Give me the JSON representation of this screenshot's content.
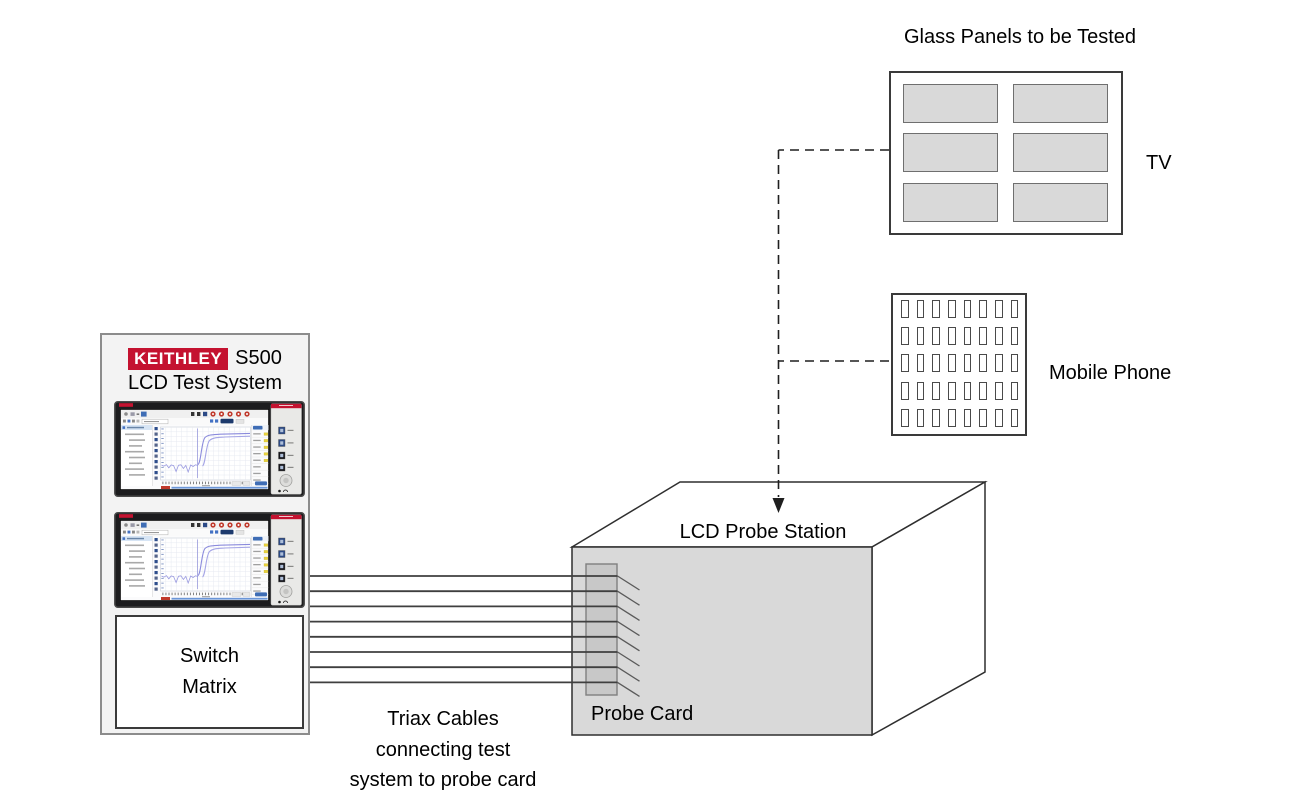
{
  "labels": {
    "glass_panels_heading": "Glass Panels to be Tested",
    "tv": "TV",
    "mobile_phone": "Mobile Phone",
    "lcd_probe_station": "LCD Probe Station",
    "probe_card": "Probe Card",
    "triax_line1": "Triax Cables",
    "triax_line2": "connecting test",
    "triax_line3": "system to probe card",
    "switch_line1": "Switch",
    "switch_line2": "Matrix",
    "brand": "KEITHLEY",
    "model": "S500",
    "system_name": "LCD Test System"
  },
  "counts": {
    "tv_panel_rows": 3,
    "tv_panel_cols": 2,
    "mobile_rows": 5,
    "mobile_cols": 8,
    "triax_cables": 8,
    "instruments": 2
  },
  "colors": {
    "keithley_red": "#c41230",
    "panel_fill": "#d9d9d9",
    "probe_front": "#d9d9d9",
    "probe_card": "#c8c8c8",
    "box_bg": "#f3f3f3",
    "box_border": "#8c8c8c",
    "diagram_line": "#2f2f2f",
    "cable": "#3f3f3f",
    "bezel": "#1c1c1e",
    "screen_bg": "#fbfbfc",
    "curve_blue": "#8b8bdc",
    "toolbar_red": "#c0392b",
    "accent_blue": "#3f6db5",
    "navy": "#1d3a6d",
    "badge_yellow": "#e8d23f"
  }
}
